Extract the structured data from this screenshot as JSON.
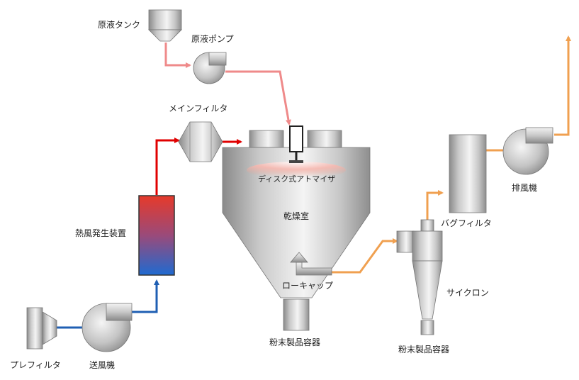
{
  "labels": {
    "stock_tank": "原液タンク",
    "stock_pump": "原液ポンプ",
    "main_filter": "メインフィルタ",
    "disc_atomizer": "ディスク式アトマイザ",
    "drying_chamber": "乾燥室",
    "hot_air_generator": "熱風発生装置",
    "pre_filter": "プレフィルタ",
    "supply_fan": "送風機",
    "low_cap": "ローキャップ",
    "powder_container_main": "粉末製品容器",
    "bag_filter": "バグフィルタ",
    "exhaust_fan": "排風機",
    "cyclone": "サイクロン",
    "powder_container_cyclone": "粉末製品容器"
  },
  "colors": {
    "liquid_line": "#ef8a8a",
    "hot_air_line": "#e00000",
    "fresh_air_line": "#1f5fb3",
    "exhaust_line": "#f0a050",
    "equipment": "#c8c8c8"
  }
}
